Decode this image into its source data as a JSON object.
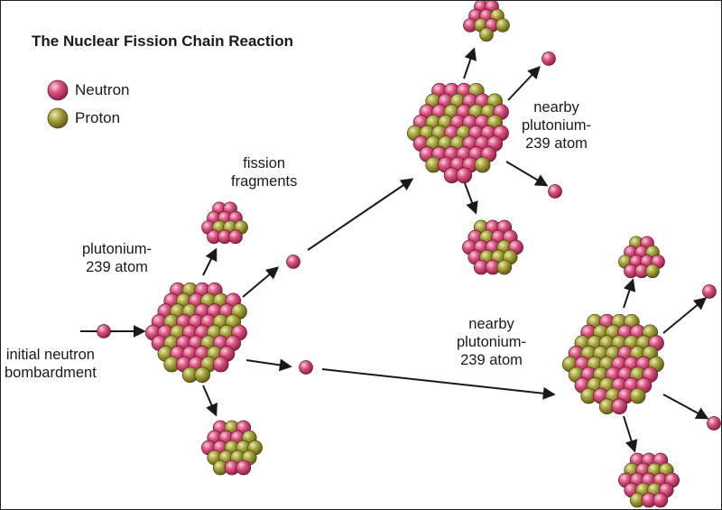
{
  "title": "The Nuclear Fission Chain Reaction",
  "legend": [
    {
      "label": "Neutron",
      "color": "#c83a6e"
    },
    {
      "label": "Proton",
      "color": "#8d8a2e"
    }
  ],
  "labels": {
    "initial_neutron": [
      "initial neutron",
      "bombardment"
    ],
    "plutonium_atom": [
      "plutonium-",
      "239 atom"
    ],
    "fission_fragments": [
      "fission",
      "fragments"
    ],
    "nearby_atom_top": [
      "nearby",
      "plutonium-",
      "239 atom"
    ],
    "nearby_atom_bottom": [
      "nearby",
      "plutonium-",
      "239 atom"
    ]
  },
  "colors": {
    "neutron": "#c83a6e",
    "neutron_highlight": "#f6c6d8",
    "proton": "#8d8a2e",
    "proton_highlight": "#e6e3a6",
    "arrow": "#1a1a1a"
  }
}
